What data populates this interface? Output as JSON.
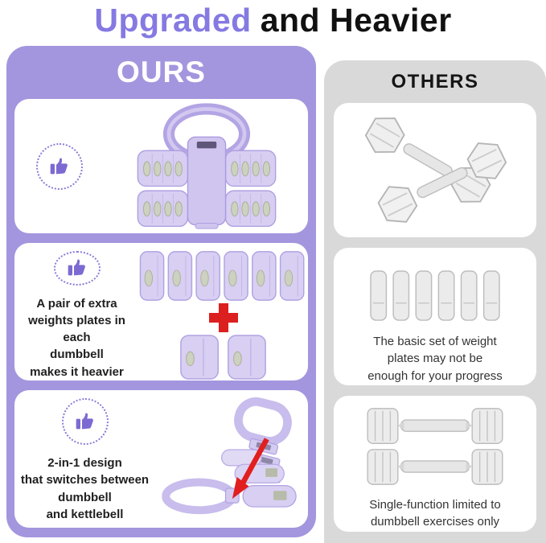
{
  "title": {
    "highlight": "Upgraded",
    "rest": "and Heavier"
  },
  "ours": {
    "header": "OURS",
    "card2": {
      "line1": "A pair of extra",
      "line2": "weights plates in each",
      "line3": "dumbbell",
      "line4": "makes it heavier"
    },
    "card3": {
      "line1": "2-in-1 design",
      "line2": "that switches between",
      "line3": "dumbbell",
      "line4": "and kettlebell"
    }
  },
  "others": {
    "header": "OTHERS",
    "card2": {
      "line1": "The basic set of weight",
      "line2": "plates may not be",
      "line3": "enough for your progress"
    },
    "card3": {
      "line1": "Single-function limited to",
      "line2": "dumbbell exercises only"
    }
  },
  "icons": {
    "thumbs_up": "thumbs-up-icon",
    "plus": "plus-icon",
    "red_arrow": "red-arrow-icon"
  },
  "colors": {
    "accent_purple": "#8579e2",
    "panel_purple": "#a396de",
    "panel_gray": "#d9d9d9",
    "card_white": "#ffffff",
    "product_lavender": "#d6cdf1",
    "button_gray_green": "#cdd1c0",
    "plus_red": "#dc1f1f",
    "text_dark": "#1f1f1f"
  }
}
